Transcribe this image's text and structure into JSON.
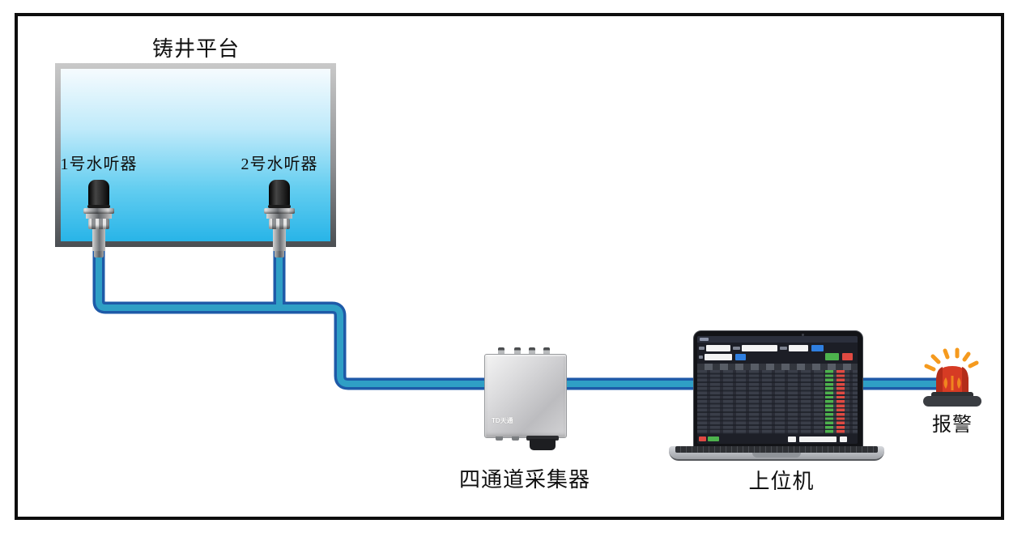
{
  "scene": {
    "tank": {
      "title": "铸井平台"
    },
    "hydrophone_1": {
      "label": "1号水听器"
    },
    "hydrophone_2": {
      "label": "2号水听器"
    },
    "collector": {
      "label": "四通道采集器",
      "logo": "TD天通"
    },
    "host": {
      "label": "上位机"
    },
    "alarm": {
      "label": "报警"
    },
    "colors": {
      "frame_border": "#0d0d0d",
      "cable_outline": "#1e5aa8",
      "cable_core": "#2f9fc5",
      "water_top": "#f6fbfe",
      "water_bottom": "#28b4e8",
      "tank_border_top": "#c9c9c9",
      "tank_border_bottom": "#4a4e52",
      "collector_metal": "#d9d9db",
      "alarm_red": "#d63b24",
      "alarm_rays": "#f59a1e",
      "alarm_base": "#3a3d42",
      "screen_green": "#4db34d",
      "screen_red": "#e04a42",
      "screen_blue": "#2f7fe0"
    }
  }
}
